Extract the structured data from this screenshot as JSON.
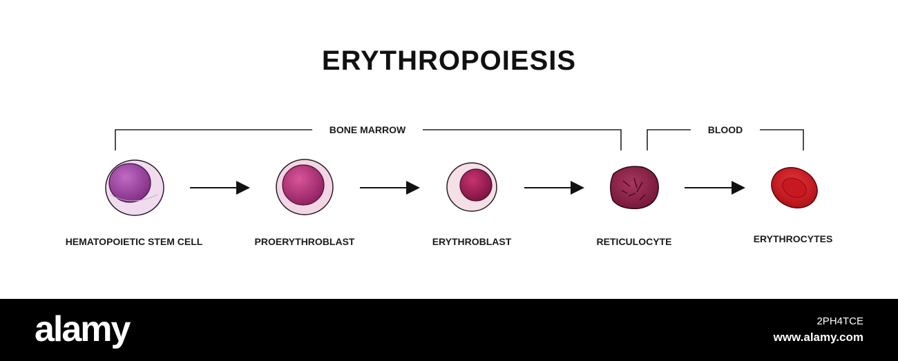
{
  "title": "ERYTHROPOIESIS",
  "brackets": {
    "bone_marrow": "BONE MARROW",
    "blood": "BLOOD"
  },
  "cells": [
    {
      "label": "HEMATOPOIETIC STEM CELL"
    },
    {
      "label": "PROERYTHROBLAST"
    },
    {
      "label": "ERYTHROBLAST"
    },
    {
      "label": "RETICULOCYTE"
    },
    {
      "label": "ERYTHROCYTES"
    }
  ],
  "footer": {
    "brand": "alamy",
    "image_id": "2PH4TCE",
    "site": "www.alamy.com"
  },
  "colors": {
    "stem_nucleus": "#9b3fa0",
    "proerythroblast_nucleus": "#b8327a",
    "erythroblast_nucleus": "#a01e55",
    "reticulocyte": "#8e2248",
    "erythrocyte": "#d4141e",
    "cytoplasm": "#f1dbe8"
  }
}
